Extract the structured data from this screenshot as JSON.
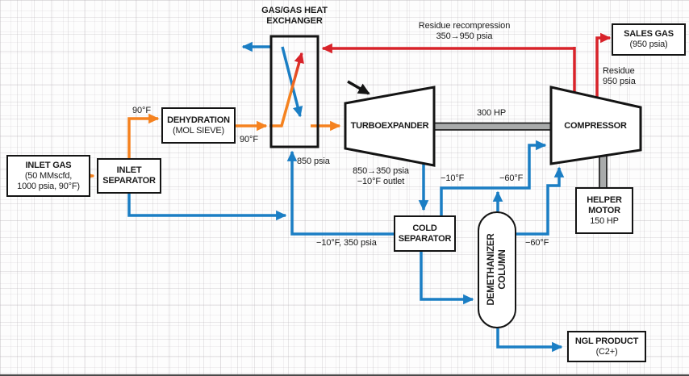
{
  "colors": {
    "blue": "#1b7ec4",
    "orange": "#f5821f",
    "red": "#d8232a",
    "shaft_gray": "#a9abab"
  },
  "nodes": {
    "inlet_gas": {
      "title": "INLET GAS",
      "line2": "(50 MMscfd,",
      "line3": "1000 psia, 90°F)"
    },
    "inlet_separator": {
      "line1": "INLET",
      "line2": "SEPARATOR"
    },
    "dehydration": {
      "title": "DEHYDRATION",
      "sub": "(MOL SIEVE)"
    },
    "exchanger": {
      "line1": "GAS/GAS HEAT",
      "line2": "EXCHANGER"
    },
    "turboexpander": {
      "title": "TURBOEXPANDER",
      "sub1": "850→350 psia",
      "sub2": "−10°F outlet"
    },
    "compressor": {
      "title": "COMPRESSOR"
    },
    "sales_gas": {
      "title": "SALES GAS",
      "sub": "(950 psia)"
    },
    "cold_separator": {
      "line1": "COLD",
      "line2": "SEPARATOR"
    },
    "demethanizer": {
      "line1": "DEMETHANIZER",
      "line2": "COLUMN"
    },
    "helper_motor": {
      "line1": "HELPER",
      "line2": "MOTOR",
      "sub": "150 HP"
    },
    "ngl_product": {
      "title": "NGL PRODUCT",
      "sub": "(C2+)"
    }
  },
  "stream_labels": {
    "feed_temp_1": "90°F",
    "feed_temp_2": "90°F",
    "exchanger_feed_pressure": "850 psia",
    "cold_sep_feed": "−10°F, 350 psia",
    "shaft_power": "300 HP",
    "recompression_1": "Residue recompression",
    "recompression_2": "350→950 psia",
    "residue_1": "Residue",
    "residue_2": "950 psia",
    "cold_sep_vapor_temp": "−10°F",
    "demeth_overhead_temp": "−60°F",
    "demeth_side_temp": "−60°F"
  }
}
